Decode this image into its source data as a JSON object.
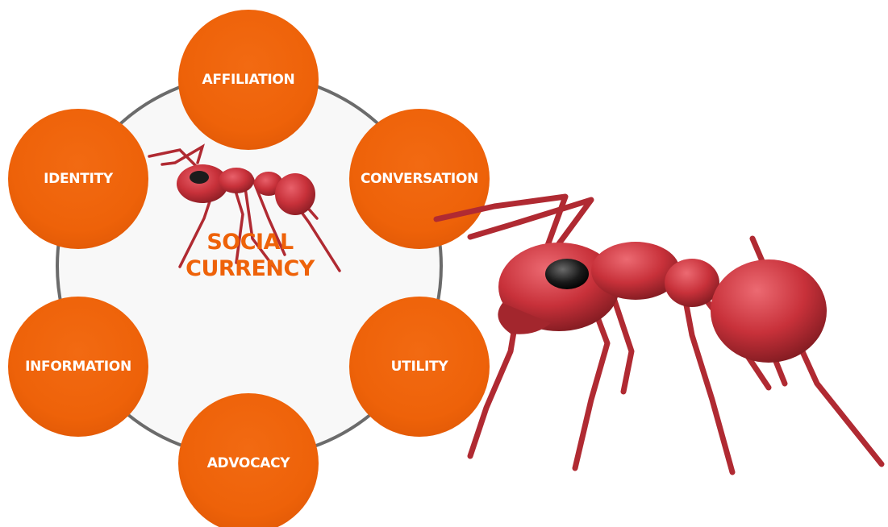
{
  "diagram": {
    "center": {
      "line1": "SOCIAL",
      "line2": "CURRENCY"
    },
    "nodes": {
      "affiliation": "AFFILIATION",
      "conversation": "CONVERSATION",
      "utility": "UTILITY",
      "advocacy": "ADVOCACY",
      "information": "INFORMATION",
      "identity": "IDENTITY"
    },
    "colors": {
      "node_fill": "#ee6209",
      "ring_stroke": "#6b6b6b",
      "ring_fill": "#f8f8f8",
      "ant_body": "#c8313a"
    }
  },
  "illustrations": {
    "small_ant": "red-ant-illustration",
    "large_ant": "red-ant-illustration"
  }
}
